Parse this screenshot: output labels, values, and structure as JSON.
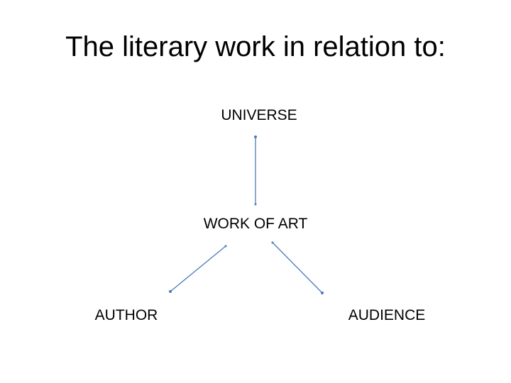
{
  "title": "The literary work in relation to:",
  "nodes": {
    "universe": "UNIVERSE",
    "work_of_art": "WORK OF ART",
    "author": "AUTHOR",
    "audience": "AUDIENCE"
  },
  "colors": {
    "connector": "#4a7ab8",
    "text": "#000000",
    "background": "#ffffff"
  }
}
